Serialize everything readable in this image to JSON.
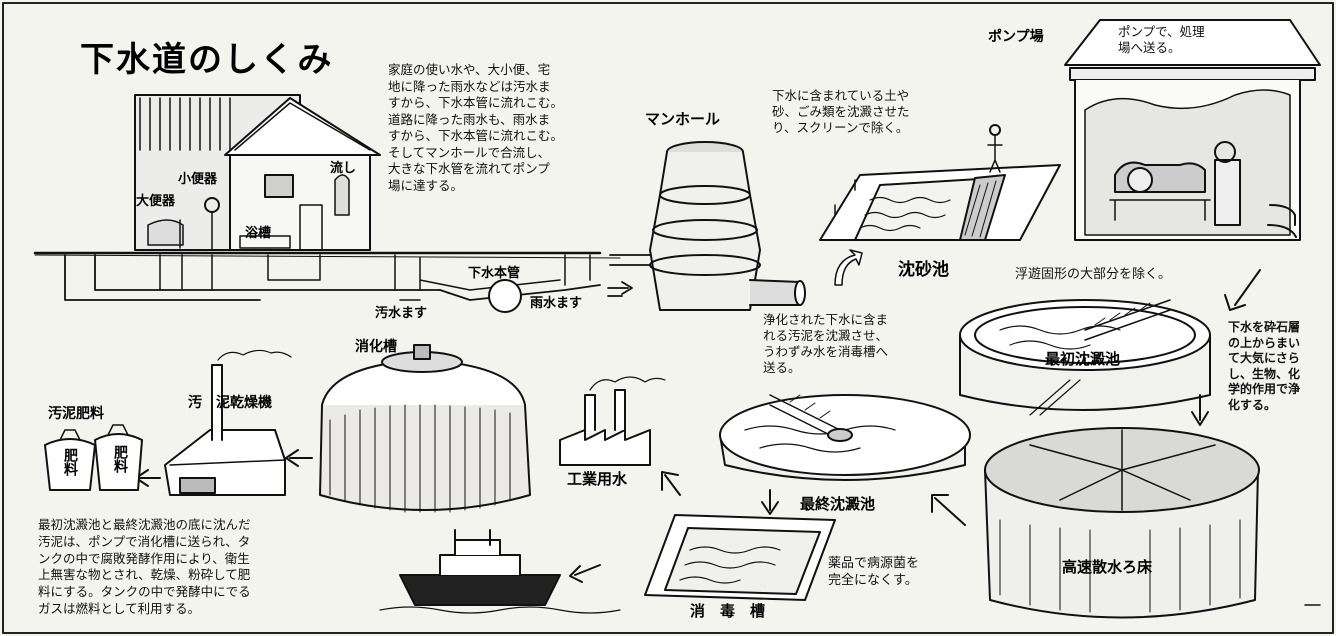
{
  "title": "下水道のしくみ",
  "intro": "家庭の使い水や、大小便、宅\n地に降った雨水などは汚水ま\nすから、下水本管に流れこむ。\n道路に降った雨水も、雨水ま\nすから、下水本管に流れこむ。\nそしてマンホールで合流し、\n大きな下水管を流れてポンプ\n場に達する。",
  "house_labels": {
    "toilet_large": "大便器",
    "toilet_small": "小便器",
    "sink": "流し",
    "bath": "浴槽"
  },
  "pipes": {
    "main_sewer": "下水本管",
    "sewage_basin": "汚水ます",
    "rain_basin": "雨水ます"
  },
  "manhole": "マンホール",
  "grit_desc": "下水に含まれている土や\n砂、ごみ類を沈澱させた\nり、スクリーンで除く。",
  "grit_chamber": "沈砂池",
  "pump_station": "ポンプ場",
  "pump_desc": "ポンプで、処理\n場へ送る。",
  "primary_desc": "浮遊固形の大部分を除く。",
  "primary_tank": "最初沈澱池",
  "trickling_desc": "下水を砕石層\nの上からまい\nて大気にさら\nし、生物、化\n学的作用で浄\n化する。",
  "trickling_filter": "高速散水ろ床",
  "final_desc": "浄化された下水に含ま\nれる汚泥を沈澱させ、\nうわずみ水を消毒槽へ\n送る。",
  "final_tank": "最終沈澱池",
  "disinfect_desc": "薬品で病源菌を\n完全になくす。",
  "disinfect_tank": "消　毒　槽",
  "industrial_water": "工業用水",
  "digestion_tank": "消化槽",
  "dryer": "汚　泥乾燥機",
  "sludge_fertilizer": "汚泥肥料",
  "bag_label": "肥料",
  "sludge_desc": "最初沈澱池と最終沈澱池の底に沈んだ\n汚泥は、ポンプで消化槽に送られ、タ\nンクの中で腐敗発酵作用により、衛生\n上無害な物とされ、乾燥、粉砕して肥\n料にする。タンクの中で発酵中にでる\nガスは燃料として利用する。"
}
